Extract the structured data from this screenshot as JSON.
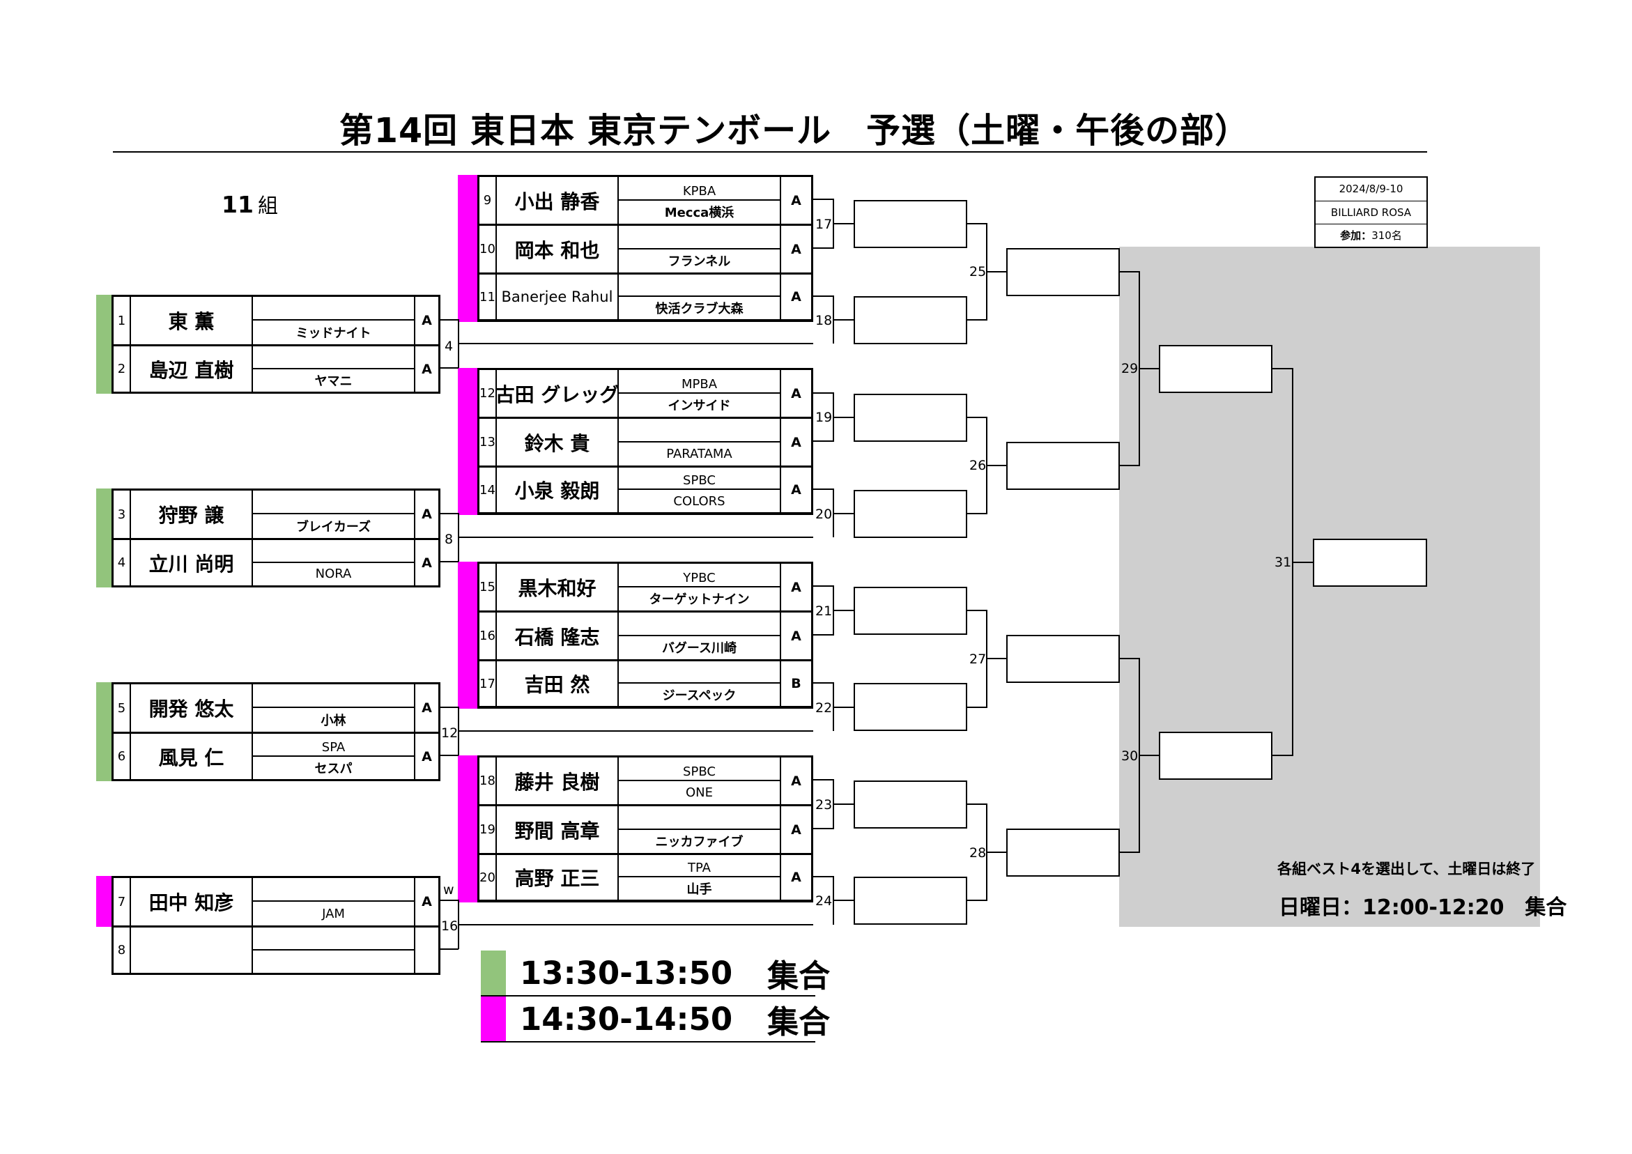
{
  "title": "第14回 東日本 東京テンボール　予選（土曜・午後の部）",
  "group": {
    "number": "11",
    "suffix": "組"
  },
  "colors": {
    "green": "#92c47c",
    "magenta": "#ff00ff",
    "panel_gray": "#cfcfcf"
  },
  "info": {
    "date": "2024/8/9-10",
    "venue": "BILLIARD ROSA",
    "count_label": "参加：",
    "count_value": "310名"
  },
  "left_players": [
    {
      "seed": "1",
      "name": "東 薫",
      "club1": "",
      "club2": "ミッドナイト",
      "grade": "A"
    },
    {
      "seed": "2",
      "name": "島辺 直樹",
      "club1": "",
      "club2": "ヤマニ",
      "grade": "A"
    },
    {
      "seed": "3",
      "name": "狩野 譲",
      "club1": "",
      "club2": "ブレイカーズ",
      "grade": "A"
    },
    {
      "seed": "4",
      "name": "立川 尚明",
      "club1": "",
      "club2": "NORA",
      "grade": "A"
    },
    {
      "seed": "5",
      "name": "開発 悠太",
      "club1": "",
      "club2": "小林",
      "grade": "A"
    },
    {
      "seed": "6",
      "name": "風見 仁",
      "club1": "SPA",
      "club2": "セスパ",
      "grade": "A"
    },
    {
      "seed": "7",
      "name": "田中 知彦",
      "club1": "",
      "club2": "JAM",
      "grade": "A"
    },
    {
      "seed": "8",
      "name": "",
      "club1": "",
      "club2": "",
      "grade": ""
    }
  ],
  "right_players": [
    {
      "seed": "9",
      "name": "小出 静香",
      "club1": "KPBA",
      "club2": "Mecca横浜",
      "grade": "A"
    },
    {
      "seed": "10",
      "name": "岡本 和也",
      "club1": "",
      "club2": "フランネル",
      "grade": "A"
    },
    {
      "seed": "11",
      "name": "Banerjee Rahul",
      "club1": "",
      "club2": "快活クラブ大森",
      "grade": "A"
    },
    {
      "seed": "12",
      "name": "古田 グレッグ",
      "club1": "MPBA",
      "club2": "インサイド",
      "grade": "A"
    },
    {
      "seed": "13",
      "name": "鈴木 貴",
      "club1": "",
      "club2": "PARATAMA",
      "grade": "A"
    },
    {
      "seed": "14",
      "name": "小泉 毅朗",
      "club1": "SPBC",
      "club2": "COLORS",
      "grade": "A"
    },
    {
      "seed": "15",
      "name": "黒木和好",
      "club1": "YPBC",
      "club2": "ターゲットナイン",
      "grade": "A"
    },
    {
      "seed": "16",
      "name": "石橋 隆志",
      "club1": "",
      "club2": "バグース川崎",
      "grade": "A"
    },
    {
      "seed": "17",
      "name": "吉田 然",
      "club1": "",
      "club2": "ジースペック",
      "grade": "B"
    },
    {
      "seed": "18",
      "name": "藤井 良樹",
      "club1": "SPBC",
      "club2": "ONE",
      "grade": "A"
    },
    {
      "seed": "19",
      "name": "野間 高章",
      "club1": "",
      "club2": "ニッカファイブ",
      "grade": "A"
    },
    {
      "seed": "20",
      "name": "高野 正三",
      "club1": "TPA",
      "club2": "山手",
      "grade": "A"
    }
  ],
  "match_labels": {
    "m4": "4",
    "m8": "8",
    "m12": "12",
    "m16": "16",
    "w": "w",
    "m17": "17",
    "m18": "18",
    "m19": "19",
    "m20": "20",
    "m21": "21",
    "m22": "22",
    "m23": "23",
    "m24": "24",
    "m25": "25",
    "m26": "26",
    "m27": "27",
    "m28": "28",
    "m29": "29",
    "m30": "30",
    "m31": "31"
  },
  "notices": {
    "best4": "各組ベスト4を選出して、土曜日は終了",
    "sunday": "日曜日：12:00-12:20　集合"
  },
  "legend": [
    {
      "time": "13:30-13:50",
      "label": "集合",
      "color": "green"
    },
    {
      "time": "14:30-14:50",
      "label": "集合",
      "color": "magenta"
    }
  ]
}
